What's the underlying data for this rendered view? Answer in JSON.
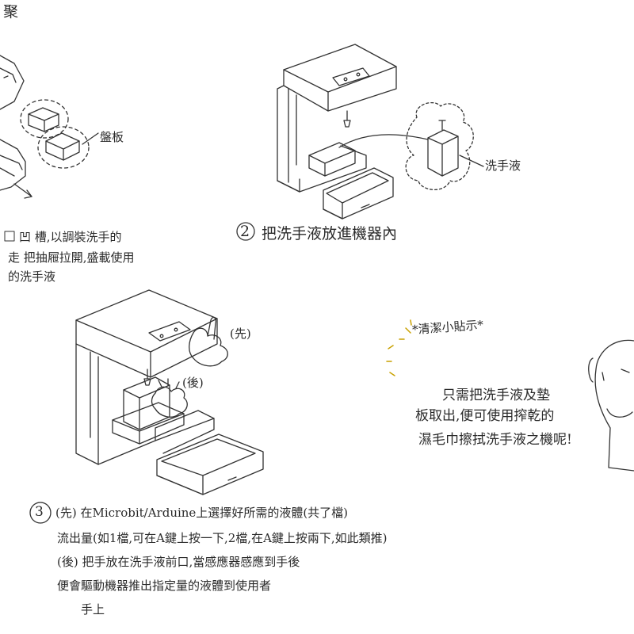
{
  "heading_fragment": "聚",
  "step1": {
    "tray_label": "盤板",
    "lines": [
      "凹 槽,以調裝洗手的",
      "走 把抽屜拉開,盛載使用",
      "的洗手液"
    ]
  },
  "step2": {
    "number": "2",
    "caption": "把洗手液放進機器內",
    "liquid_label": "洗手液"
  },
  "step3": {
    "number": "3",
    "first_tag": "(先)",
    "later_tag": "(後)",
    "lines": [
      "(先) 在Microbit/Arduine上選擇好所需的液體(共了檔)",
      "流出量(如1檔,可在A鍵上按一下,2檔,在A鍵上按兩下,如此類推)",
      "(後) 把手放在洗手液前口,當感應器感應到手後",
      "便會驅動機器推出指定量的液體到使用者",
      "手上"
    ]
  },
  "tip": {
    "title": "*清潔小貼示*",
    "lines": [
      "只需把洗手液及墊",
      "板取出,便可使用搾乾的",
      "濕毛巾擦拭洗手液之機呢!"
    ]
  },
  "colors": {
    "ink": "#2a2a2a",
    "paper": "#ffffff",
    "spark": "#c9a100"
  }
}
